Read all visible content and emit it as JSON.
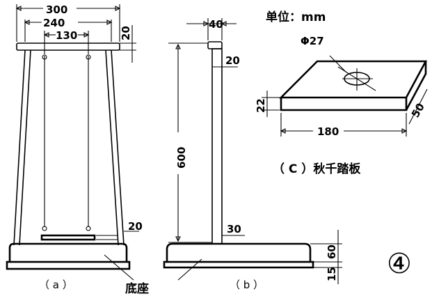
{
  "unit_label": "单位：mm",
  "figure_number": "④",
  "views": {
    "a": {
      "caption": "（ a ）",
      "dims": {
        "overall_width": "300",
        "post_spacing": "240",
        "rope_spacing": "130",
        "top_thickness": "20",
        "seat_thickness": "20"
      }
    },
    "b": {
      "caption": "（ b ）",
      "dims": {
        "top_width": "40",
        "post_width": "20",
        "height": "600",
        "base_post": "30",
        "base_height": "60",
        "base_lip": "15"
      }
    },
    "c": {
      "caption": "（ C ）秋千踏板",
      "dims": {
        "hole_dia": "Φ27",
        "thickness": "22",
        "length": "180",
        "depth": "50"
      }
    }
  },
  "base_label": "底座"
}
